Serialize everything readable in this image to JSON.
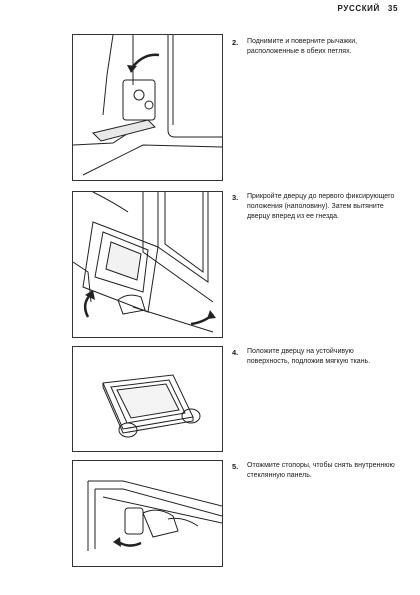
{
  "header": {
    "language": "РУССКИЙ",
    "page_number": "35"
  },
  "steps": [
    {
      "number": "2.",
      "text": "Поднимите и поверните рычажки, расположенные в обеих петлях."
    },
    {
      "number": "3.",
      "text": "Прикройте дверцу до первого фиксирующего положения (наполовину). Затем вытяните дверцу вперед из ее гнезда."
    },
    {
      "number": "4.",
      "text": "Положите дверцу на устойчивую поверхность, подложив мягкую ткань."
    },
    {
      "number": "5.",
      "text": "Отожмите стопоры, чтобы снять внутреннюю стеклянную панель."
    }
  ]
}
